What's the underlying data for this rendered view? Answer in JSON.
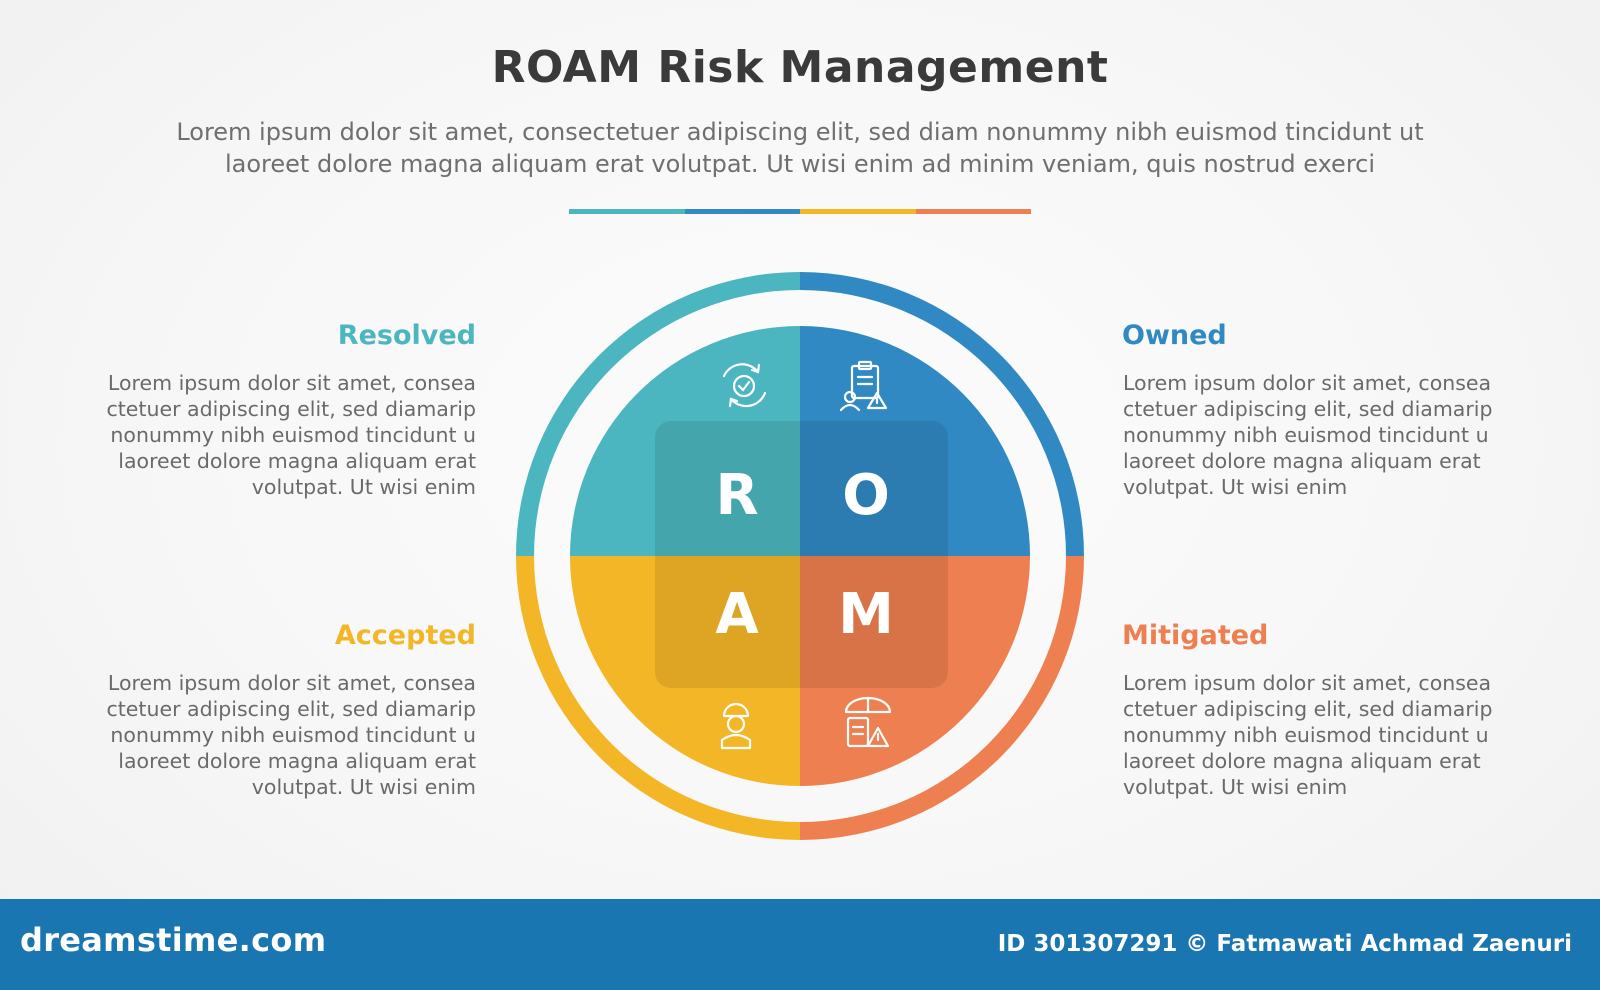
{
  "title": "ROAM Risk Management",
  "subtitle_lines": [
    "Lorem ipsum dolor sit amet, consectetuer adipiscing elit, sed diam nonummy nibh euismod tincidunt ut",
    "laoreet dolore magna aliquam erat volutpat. Ut wisi enim ad minim veniam, quis nostrud exerci"
  ],
  "colors": {
    "teal": "#4bb6bf",
    "blue": "#3189c4",
    "yellow": "#f3b627",
    "orange": "#ee7f50"
  },
  "quadrants": {
    "resolved": {
      "label": "Resolved",
      "letter": "R",
      "icon": "refresh-check-icon",
      "desc_lines": [
        "Lorem ipsum dolor sit amet, consea",
        "ctetuer adipiscing elit, sed diamarip",
        "nonummy nibh euismod tincidunt u",
        "laoreet dolore magna aliquam erat",
        "volutpat. Ut wisi enim"
      ]
    },
    "owned": {
      "label": "Owned",
      "letter": "O",
      "icon": "clipboard-person-warning-icon",
      "desc_lines": [
        "Lorem ipsum dolor sit amet, consea",
        "ctetuer adipiscing elit, sed diamarip",
        "nonummy nibh euismod tincidunt u",
        "laoreet dolore magna aliquam erat",
        "volutpat. Ut wisi enim"
      ]
    },
    "accepted": {
      "label": "Accepted",
      "letter": "A",
      "icon": "worker-icon",
      "desc_lines": [
        "Lorem ipsum dolor sit amet, consea",
        "ctetuer adipiscing elit, sed diamarip",
        "nonummy nibh euismod tincidunt u",
        "laoreet dolore magna aliquam erat",
        "volutpat. Ut wisi enim"
      ]
    },
    "mitigated": {
      "label": "Mitigated",
      "letter": "M",
      "icon": "umbrella-checklist-icon",
      "desc_lines": [
        "Lorem ipsum dolor sit amet, consea",
        "ctetuer adipiscing elit, sed diamarip",
        "nonummy nibh euismod tincidunt u",
        "laoreet dolore magna aliquam erat",
        "volutpat. Ut wisi enim"
      ]
    }
  },
  "footer": {
    "logo": "dreamstime.com",
    "credit": "ID 301307291 © Fatmawati  Achmad Zaenuri"
  }
}
